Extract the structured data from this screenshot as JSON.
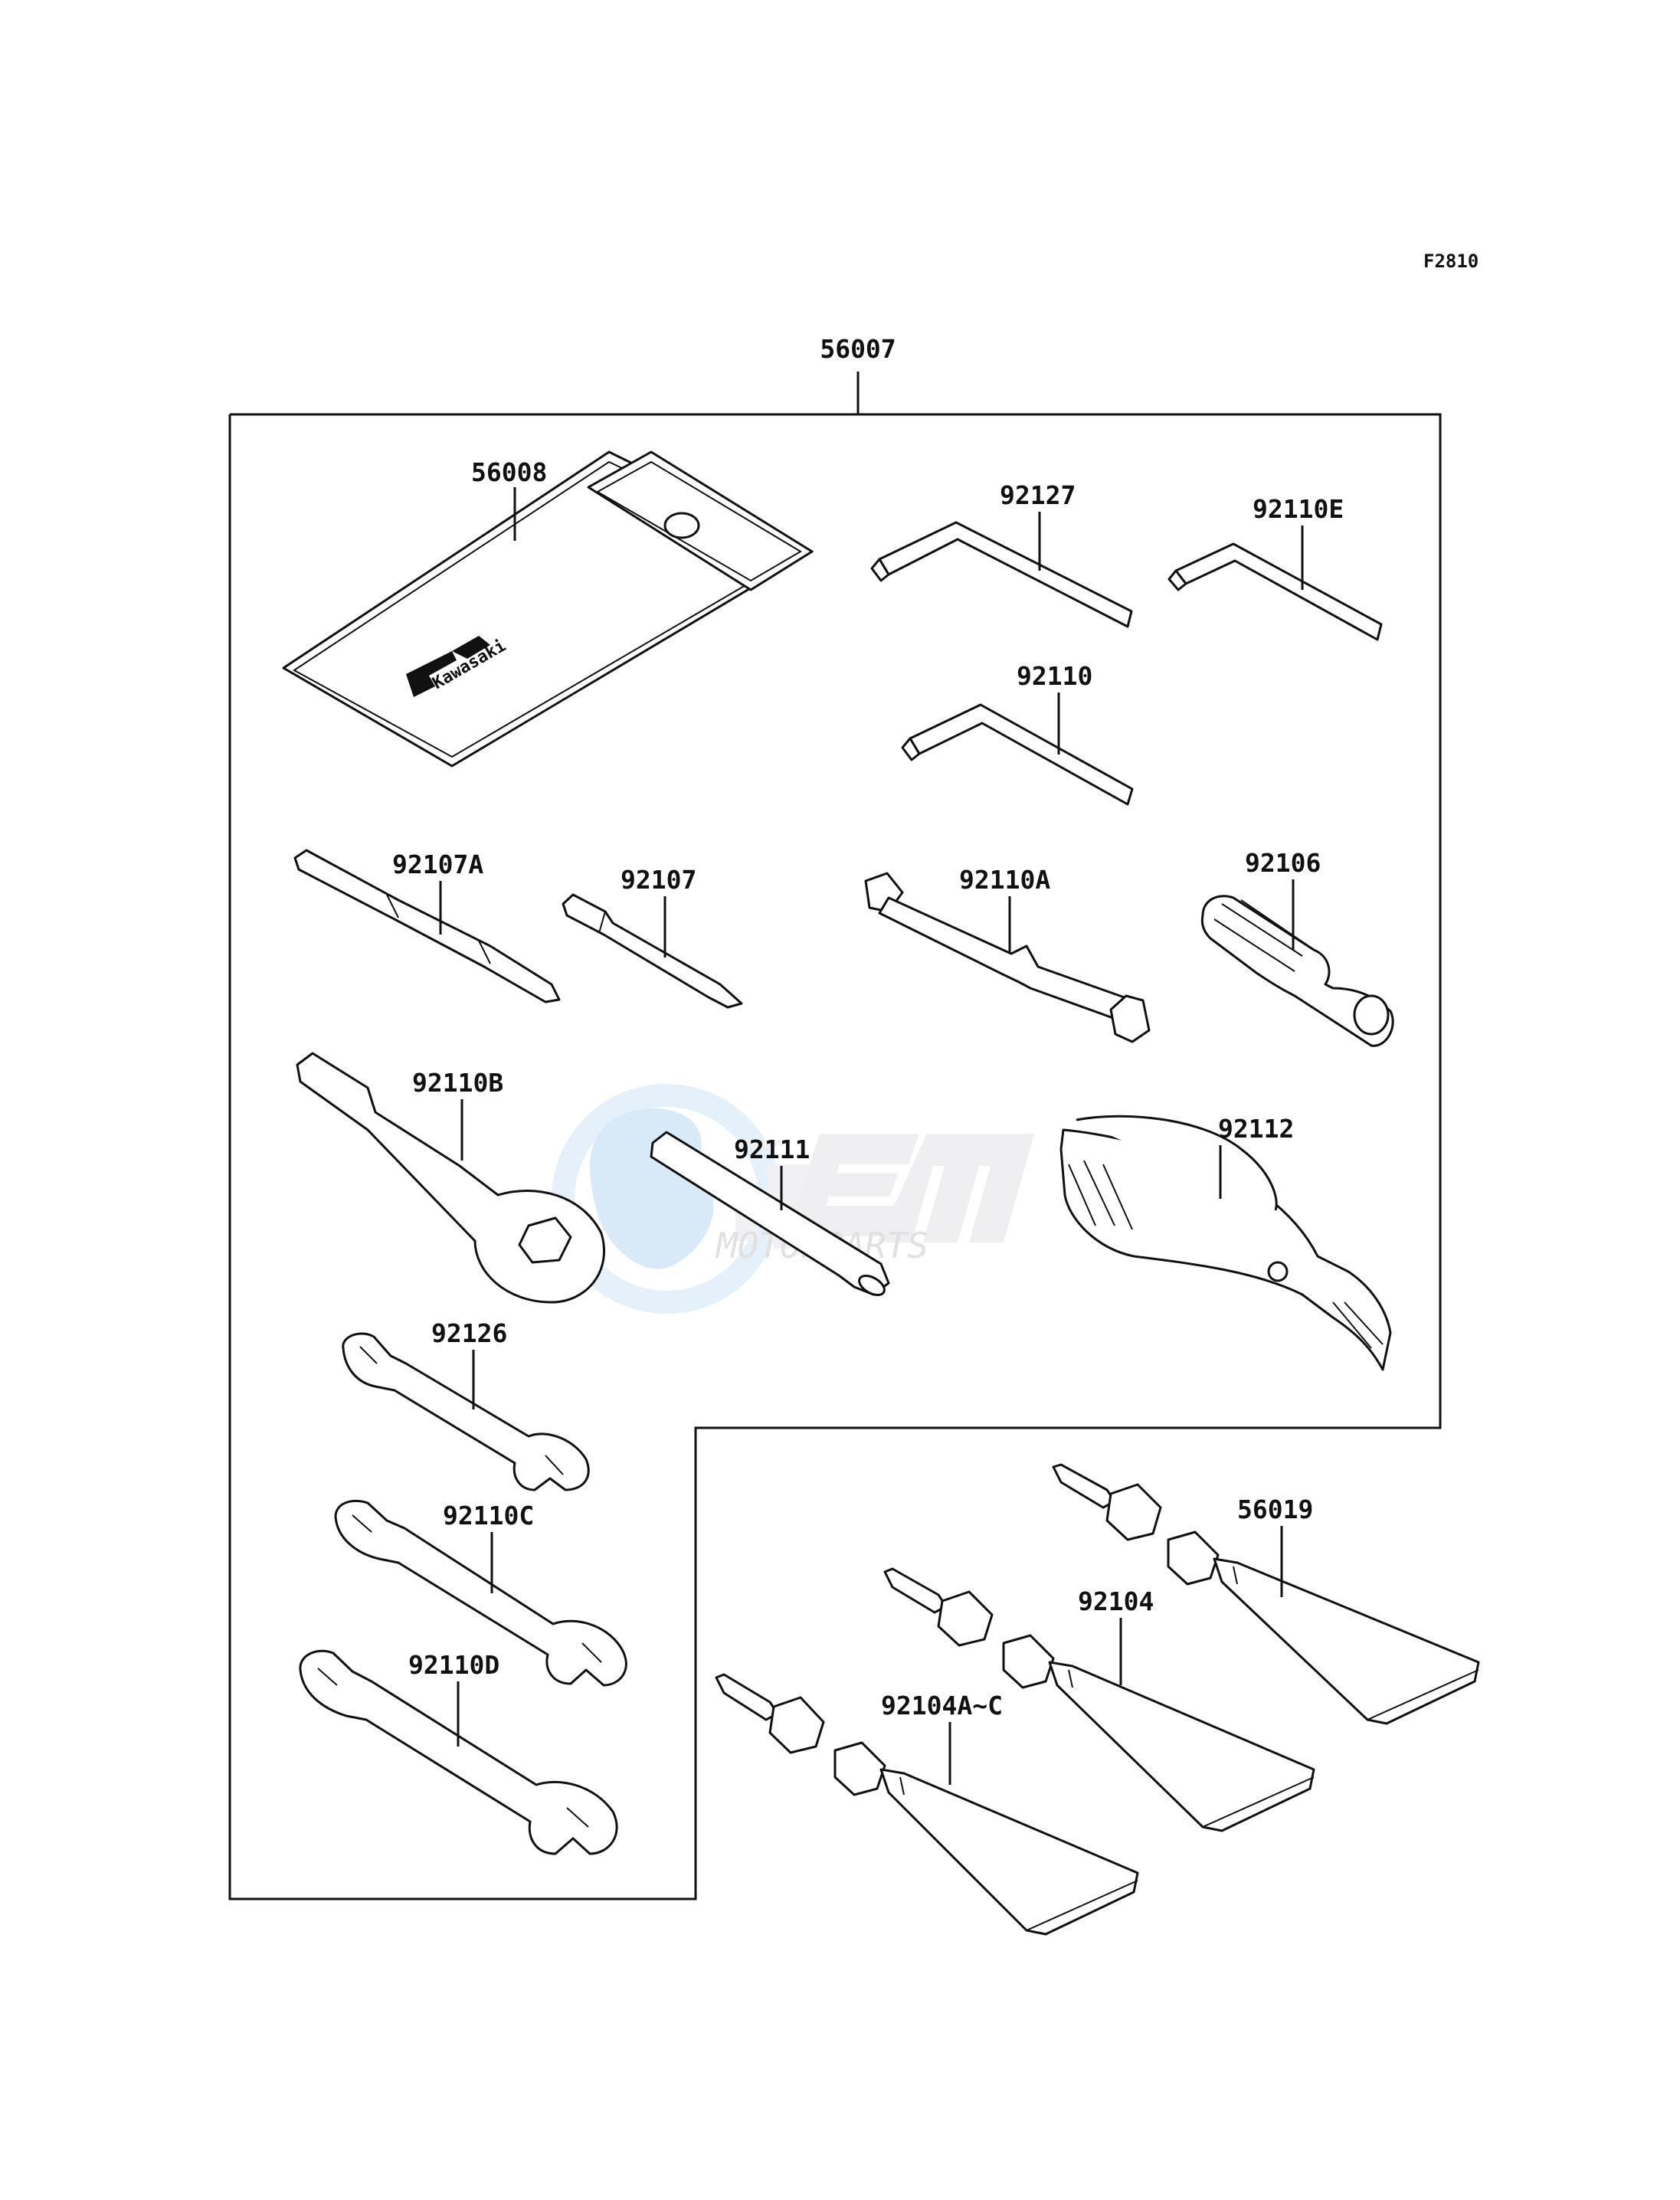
{
  "figure_code": "F2810",
  "assembly": {
    "part_no": "56007"
  },
  "parts": [
    {
      "part_no": "56008",
      "item": "tool-bag"
    },
    {
      "part_no": "92127",
      "item": "hex-wrench"
    },
    {
      "part_no": "92110E",
      "item": "hex-wrench"
    },
    {
      "part_no": "92110",
      "item": "hex-wrench"
    },
    {
      "part_no": "92107A",
      "item": "screwdriver-bit"
    },
    {
      "part_no": "92107",
      "item": "screwdriver-bit"
    },
    {
      "part_no": "92110A",
      "item": "spark-plug-wrench"
    },
    {
      "part_no": "92106",
      "item": "screwdriver-handle"
    },
    {
      "part_no": "92110B",
      "item": "ring-wrench"
    },
    {
      "part_no": "92111",
      "item": "extension-bar"
    },
    {
      "part_no": "92112",
      "item": "pliers"
    },
    {
      "part_no": "92126",
      "item": "open-end-wrench"
    },
    {
      "part_no": "92110C",
      "item": "open-end-wrench"
    },
    {
      "part_no": "92110D",
      "item": "open-end-wrench"
    },
    {
      "part_no": "56019",
      "item": "tube-with-nozzle"
    },
    {
      "part_no": "92104",
      "item": "tube-with-nozzle"
    },
    {
      "part_no": "92104A~C",
      "item": "tube-with-nozzle"
    }
  ],
  "bag_brand": "Kawasaki",
  "watermark": {
    "brand": "OEM",
    "tagline": "MOTORPARTS"
  }
}
